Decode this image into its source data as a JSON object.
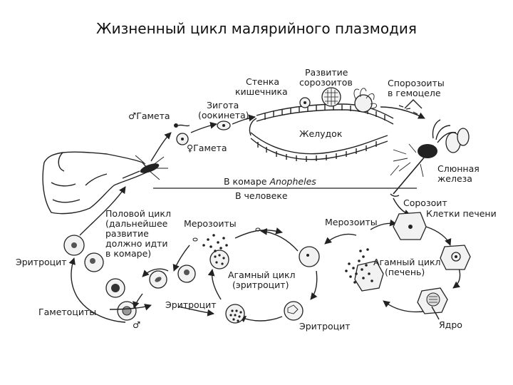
{
  "title": "Жизненный цикл малярийного плазмодия",
  "labels": {
    "male_gamete": "♂Гамета",
    "female_gamete": "♀Гамета",
    "zygote_1": "Зигота",
    "zygote_2": "(оокинета)",
    "gut_wall_1": "Стенка",
    "gut_wall_2": "кишечника",
    "sporo_dev_1": "Развитие",
    "sporo_dev_2": "сорозоитов",
    "hemocoel_1": "Спорозоиты",
    "hemocoel_2": "в гемоцеле",
    "stomach": "Желудок",
    "salivary_1": "Слюнная",
    "salivary_2": "железа",
    "in_mosquito_prefix": "В комаре ",
    "in_mosquito_genus": "Anopheles",
    "in_human": "В человеке",
    "sporozoite": "Сорозоит",
    "liver_cells": "Клетки печени",
    "sexual_1": "Половой цикл",
    "sexual_2": "(дальнейшее",
    "sexual_3": "развитие",
    "sexual_4": "должно идти",
    "sexual_5": "в комаре)",
    "merozoites_left": "Мерозоиты",
    "merozoites_right": "Мерозоиты",
    "erythrocyte_left": "Эритроцит",
    "asex_rbc_1": "Агамный цикл",
    "asex_rbc_2": "(эритроцит)",
    "asex_liver_1": "Агамный цикл",
    "asex_liver_2": "(печень)",
    "erythrocyte_mid": "Эритроцит",
    "erythrocyte_bottom": "Эритроцит",
    "gametocytes": "Гаметоциты",
    "male_sign": "♂",
    "nucleus": "Ядро"
  }
}
